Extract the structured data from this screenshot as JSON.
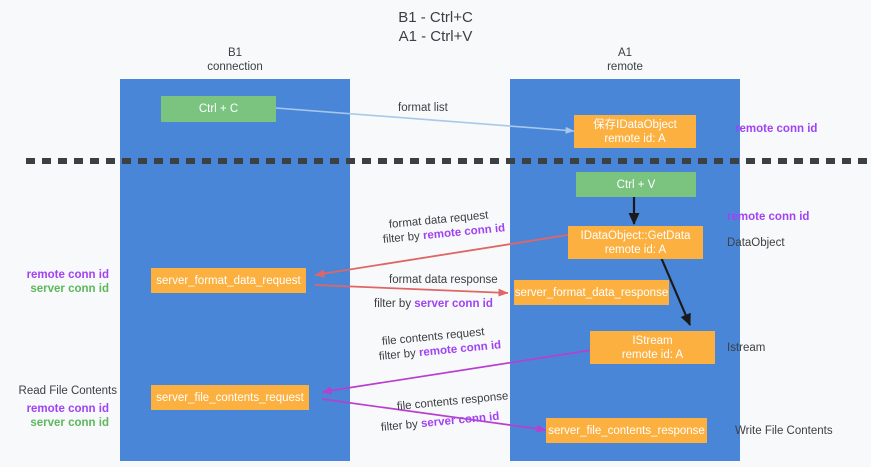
{
  "title": {
    "line1": "B1 - Ctrl+C",
    "line2": "A1 - Ctrl+V"
  },
  "columns": [
    {
      "name": "B1",
      "role": "connection"
    },
    {
      "name": "A1",
      "role": "remote"
    }
  ],
  "nodes": {
    "ctrl_c": {
      "label": "Ctrl + C"
    },
    "save_idataobject": {
      "line1": "保存IDataObject",
      "line2": "remote id: A"
    },
    "ctrl_v": {
      "label": "Ctrl + V"
    },
    "idataobject_getdata": {
      "line1": "IDataObject::GetData",
      "line2": "remote id: A"
    },
    "server_format_data_request": {
      "label": "server_format_data_request"
    },
    "server_format_data_response": {
      "label": "server_format_data_response"
    },
    "istream": {
      "line1": "IStream",
      "line2": "remote id: A"
    },
    "server_file_contents_request": {
      "label": "server_file_contents_request"
    },
    "server_file_contents_response": {
      "label": "server_file_contents_response"
    }
  },
  "flow_labels": {
    "format_list": "format list",
    "format_data_request": "format data request",
    "format_data_request_filter_prefix": "filter by ",
    "format_data_request_filter_key": "remote conn id",
    "format_data_response": "format data response",
    "format_data_response_filter_prefix": "filter by ",
    "format_data_response_filter_key": "server conn id",
    "file_contents_request": "file contents request",
    "file_contents_request_filter_prefix": "filter by ",
    "file_contents_request_filter_key": "remote conn id",
    "file_contents_response": "file contents response",
    "file_contents_response_filter_prefix": "filter by ",
    "file_contents_response_filter_key": "server conn id"
  },
  "annotations": {
    "right_remote_conn_id_top": "remote conn id",
    "right_remote_conn_id_mid": "remote conn id",
    "right_dataobject": "DataObject",
    "right_istream": "Istream",
    "right_write_file_contents": "Write File Contents",
    "left_remote_conn_id_mid": "remote conn id",
    "left_server_conn_id_mid": "server conn id",
    "left_read_file_contents": "Read File Contents",
    "left_remote_conn_id_bottom": "remote conn id",
    "left_server_conn_id_bottom": "server conn id"
  },
  "colors": {
    "lane": "#4a86d8",
    "node_green": "#7ac47f",
    "node_orange": "#fbb040",
    "accent_purple": "#a142f4",
    "accent_green": "#5cb85c",
    "arrow_red": "#e06666",
    "arrow_magenta": "#b83fd0",
    "arrow_lightblue": "#a7c8ec",
    "arrow_black": "#1a1a1a",
    "background": "#f8f9fa"
  }
}
